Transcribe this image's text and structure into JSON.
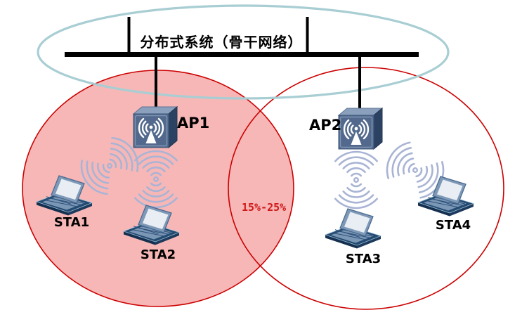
{
  "backbone": {
    "label": "分布式系统（骨干网络）"
  },
  "overlap": {
    "label": "15%-25%"
  },
  "access_points": [
    {
      "label": "AP1"
    },
    {
      "label": "AP2"
    }
  ],
  "stations": [
    {
      "label": "STA1"
    },
    {
      "label": "STA2"
    },
    {
      "label": "STA3"
    },
    {
      "label": "STA4"
    }
  ],
  "icons": {
    "access_point": "wireless-access-point-icon",
    "station": "laptop-icon",
    "wireless_link": "radio-waves-icon",
    "backbone_bus": "bus-line",
    "backbone_ellipse": "backbone-ellipse"
  },
  "colors": {
    "coverage_fill": "#f7b7b7",
    "coverage_stroke": "#cc0000",
    "backbone_ellipse_stroke": "#a8ced3",
    "bus_color": "#000000",
    "signal_color": "#a9b4d5",
    "device_front": "#52698d",
    "device_top": "#8aa0bd",
    "device_side": "#2b4263",
    "overlap_text_color": "#d01919"
  }
}
